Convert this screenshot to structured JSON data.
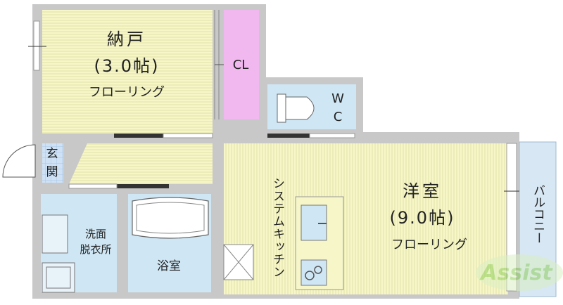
{
  "colors": {
    "floor": "#f6f6c8",
    "stripe": "#e3e3a8",
    "closet": "#f0b8ee",
    "wet": "#cfe6f4",
    "genkan": "#cfe2f5",
    "balcony": "#d7e7f3",
    "wall": "#8f8f8f",
    "logo": "#8fcf5a"
  },
  "rooms": {
    "storage": {
      "name": "納戸",
      "size": "(3.0帖)",
      "floor": "フローリング"
    },
    "closet": {
      "label": "CL"
    },
    "toilet": {
      "line1": "W",
      "line2": "C"
    },
    "entrance": {
      "line1": "玄",
      "line2": "関"
    },
    "western": {
      "name": "洋室",
      "size": "(9.0帖)",
      "floor": "フローリング"
    },
    "kitchen": {
      "label": "システムキッチン"
    },
    "washroom": {
      "line1": "洗面",
      "line2": "脱衣所"
    },
    "bath": {
      "label": "浴室"
    },
    "balcony": {
      "label": "バルコニー"
    }
  },
  "logo": {
    "text": "Assist"
  }
}
